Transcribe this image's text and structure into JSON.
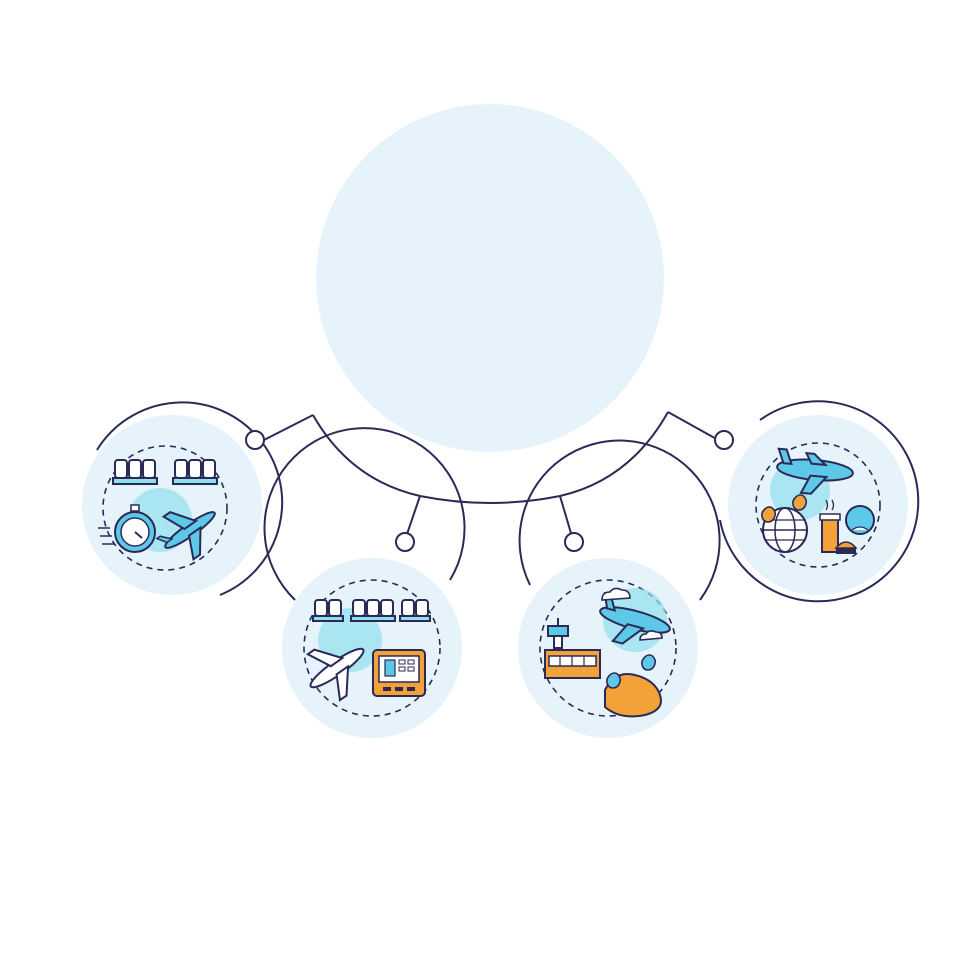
{
  "colors": {
    "outline": "#2b2a57",
    "bubble": "#e6f3fb",
    "accent": "#8ee0ec",
    "plane": "#5ec8e8",
    "orange": "#f3a23a",
    "seat": "#2b2a57",
    "white": "#ffffff"
  },
  "center_circle": {
    "label": ""
  },
  "nodes": [
    {
      "id": "fast-boarding",
      "icons": [
        "seat-row-icon",
        "seat-row-icon",
        "stopwatch-icon",
        "airplane-icon"
      ]
    },
    {
      "id": "seat-selection",
      "icons": [
        "seat-row-icon",
        "seat-row-icon",
        "seat-row-icon",
        "airplane-icon",
        "control-panel-icon"
      ]
    },
    {
      "id": "airport-transfer",
      "icons": [
        "control-tower-icon",
        "terminal-building-icon",
        "airplane-icon",
        "cloud-icon",
        "map-pin-icon",
        "island-icon"
      ]
    },
    {
      "id": "world-travel",
      "icons": [
        "airplane-icon",
        "globe-icon",
        "map-pin-icon",
        "coffee-cup-icon",
        "burger-icon",
        "plane-window-icon"
      ]
    }
  ]
}
